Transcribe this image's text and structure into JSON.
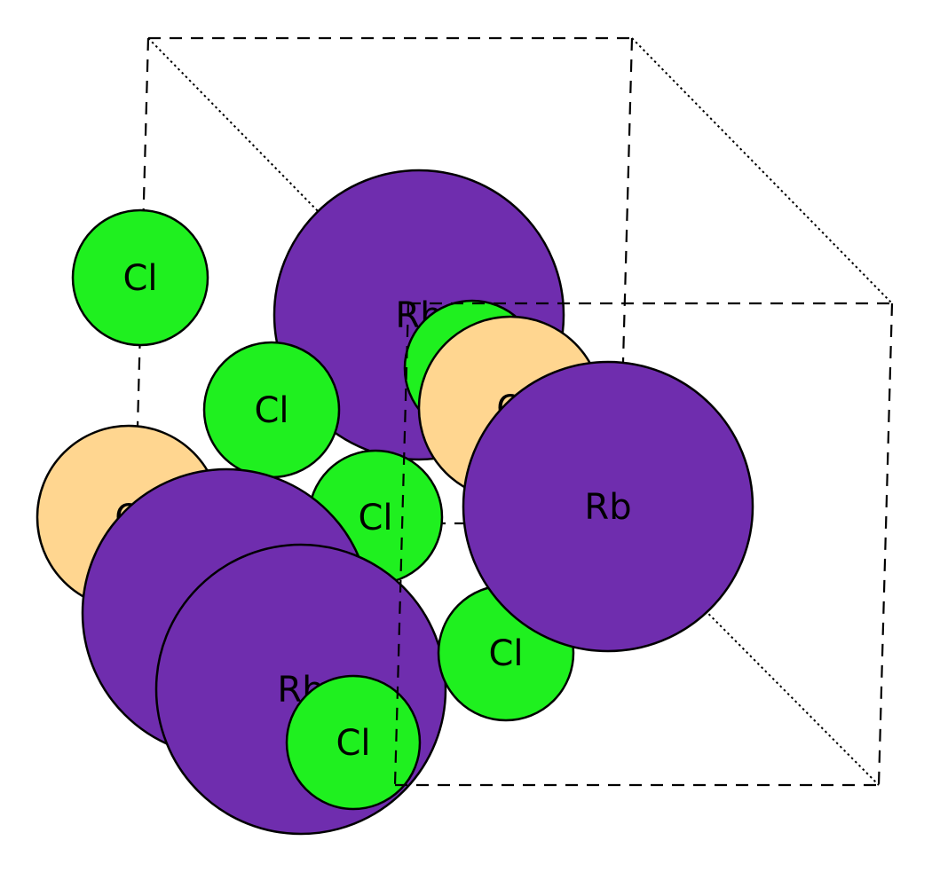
{
  "colors": {
    "Rb": "#6f2dae",
    "Cl": "#1ff01f",
    "O": "#ffd690",
    "outline": "#000000",
    "background": "#ffffff"
  },
  "atoms": {
    "rb_top": {
      "element": "Rb",
      "label": "Rb"
    },
    "cl_upper_left": {
      "element": "Cl",
      "label": "Cl"
    },
    "cl_mid_left": {
      "element": "Cl",
      "label": "Cl"
    },
    "cl_center": {
      "element": "Cl",
      "label": "Cl"
    },
    "cl_behind_o": {
      "element": "Cl",
      "label": ""
    },
    "o_upper_right": {
      "element": "O",
      "label": "O"
    },
    "o_left": {
      "element": "O",
      "label": "O"
    },
    "rb_right": {
      "element": "Rb",
      "label": "Rb"
    },
    "cl_lower_right": {
      "element": "Cl",
      "label": "Cl"
    },
    "rb_lower_left_back": {
      "element": "Rb",
      "label": ""
    },
    "rb_lower_left_front": {
      "element": "Rb",
      "label": "Rb"
    },
    "cl_bottom": {
      "element": "Cl",
      "label": "Cl"
    }
  }
}
